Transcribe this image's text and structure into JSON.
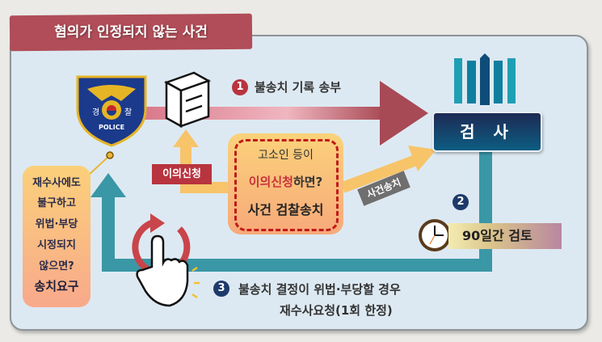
{
  "title": "혐의가 인정되지 않는 사건",
  "police": {
    "label_left": "경",
    "label_right": "찰",
    "label_bottom": "POLICE"
  },
  "step1": {
    "number": "1",
    "text": "불송치 기록 송부"
  },
  "prosecutor": {
    "label": "검 사"
  },
  "objection_tag": "이의신청",
  "center_box": {
    "line1": "고소인 등이",
    "line2_highlight": "이의신청",
    "line2_rest": "하면?",
    "line3": "사건 검찰송치"
  },
  "transfer_tag": "사건송치",
  "step2": {
    "number": "2",
    "text": "90일간 검토"
  },
  "left_box": {
    "lines": [
      "재수사에도",
      "불구하고",
      "위법·부당",
      "시정되지",
      "않으면?"
    ],
    "emphasis": "송치요구"
  },
  "step3": {
    "number": "3",
    "line1": "불송치 결정이 위법·부당할 경우",
    "line2": "재수사요청(1회 한정)"
  },
  "colors": {
    "banner": "#b04d58",
    "record_arrow": "#a84a55",
    "teal_path": "#3a97a6",
    "yellow_arrow": "#f7c46a",
    "navy": "#1d3a6a",
    "red_circle": "#b8343f"
  }
}
